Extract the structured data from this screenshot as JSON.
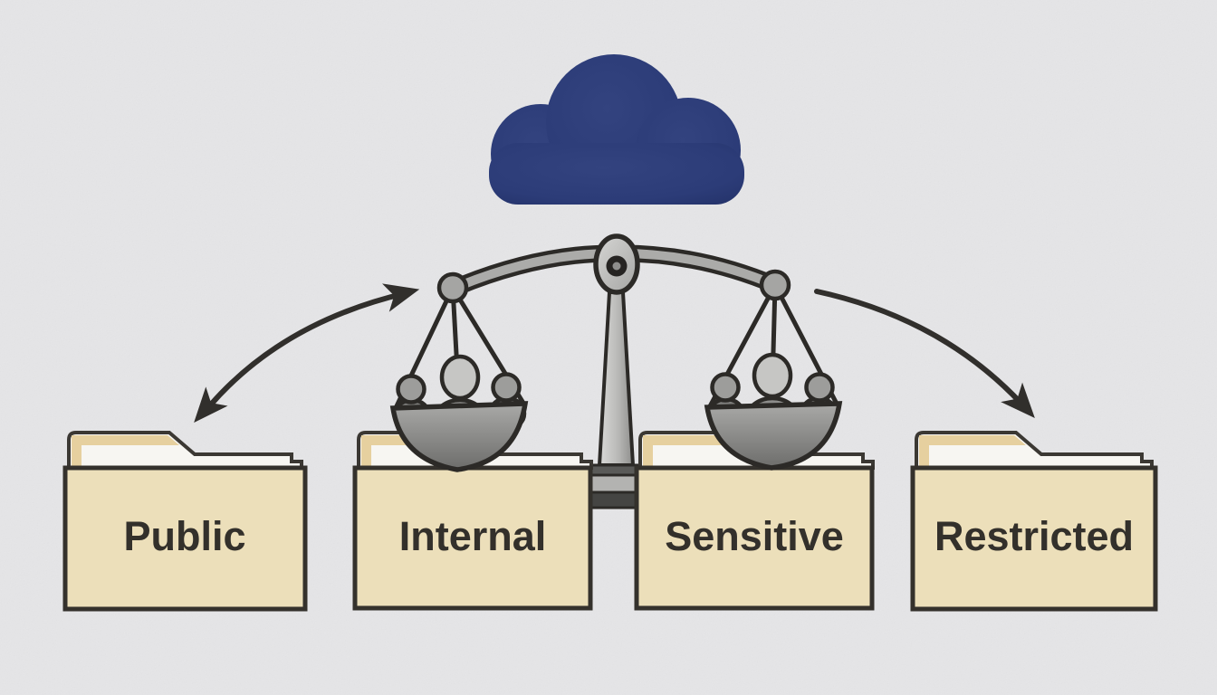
{
  "canvas": {
    "background_color": "#e9e9eb",
    "ink_color": "#2f2d2a",
    "style": "hand-drawn pencil and marker diagram"
  },
  "cloud": {
    "name": "cloud",
    "color": "#2e3e7c"
  },
  "scale": {
    "name": "balance-scale",
    "metal_color": "#a8a8a6",
    "left_pan_figure_count": 3,
    "right_pan_figure_count": 3
  },
  "arrows": {
    "left_arrow_type": "double-headed curved arrow",
    "right_arrow_type": "single-headed curved arrow"
  },
  "folders": {
    "body_color": "#ecdfba",
    "tab_color": "#e6d09f",
    "items": [
      {
        "label": "Public"
      },
      {
        "label": "Internal"
      },
      {
        "label": "Sensitive"
      },
      {
        "label": "Restricted"
      }
    ]
  }
}
